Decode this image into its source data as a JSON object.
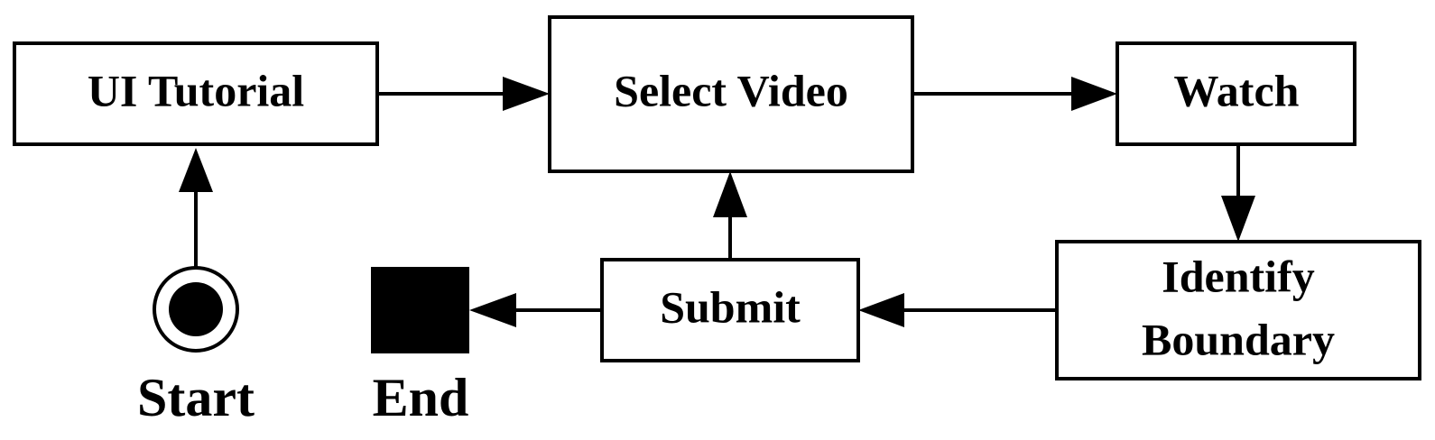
{
  "diagram": {
    "nodes": {
      "ui_tutorial": "UI Tutorial",
      "select_video": "Select Video",
      "watch": "Watch",
      "identify_boundary_line1": "Identify",
      "identify_boundary_line2": "Boundary",
      "submit": "Submit",
      "start": "Start",
      "end": "End"
    },
    "edges": [
      {
        "from": "Start",
        "to": "UI Tutorial"
      },
      {
        "from": "UI Tutorial",
        "to": "Select Video"
      },
      {
        "from": "Select Video",
        "to": "Watch"
      },
      {
        "from": "Watch",
        "to": "Identify Boundary"
      },
      {
        "from": "Identify Boundary",
        "to": "Submit"
      },
      {
        "from": "Submit",
        "to": "Select Video"
      },
      {
        "from": "Submit",
        "to": "End"
      }
    ],
    "colors": {
      "stroke": "#000000",
      "fill": "#ffffff"
    }
  }
}
